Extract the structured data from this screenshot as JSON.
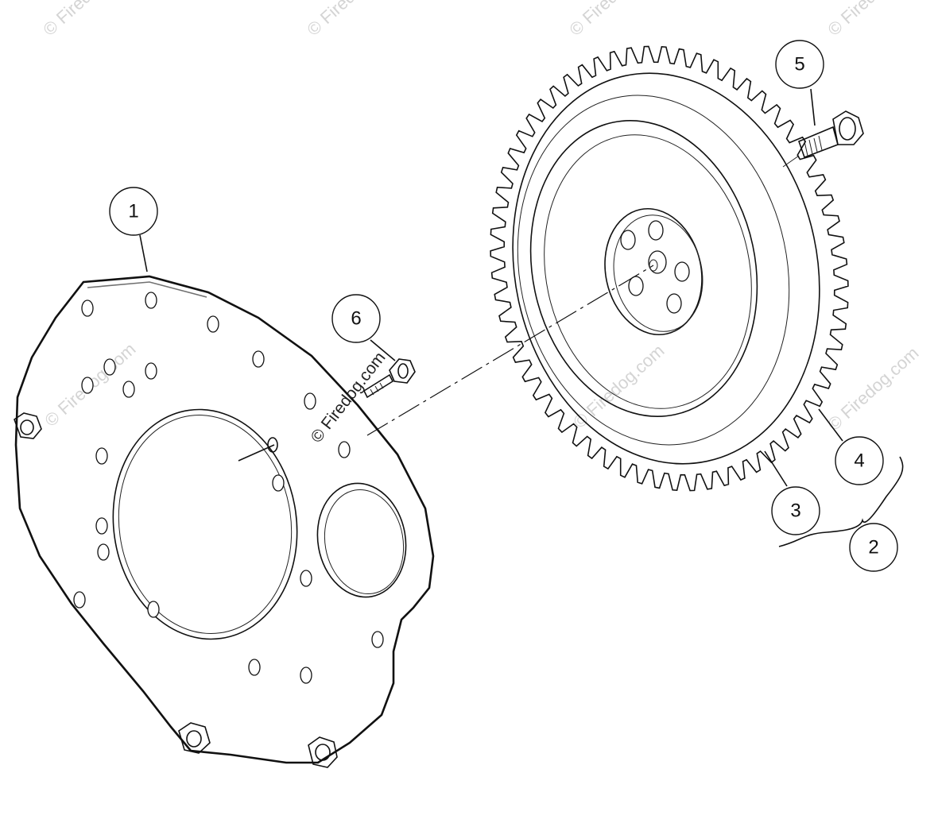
{
  "callouts": {
    "c1": "1",
    "c2": "2",
    "c3": "3",
    "c4": "4",
    "c5": "5",
    "c6": "6"
  },
  "watermark": {
    "text": "© Firedog.com"
  },
  "colors": {
    "line": "#111111",
    "background": "#ffffff",
    "watermark": "#d4d4d4"
  }
}
